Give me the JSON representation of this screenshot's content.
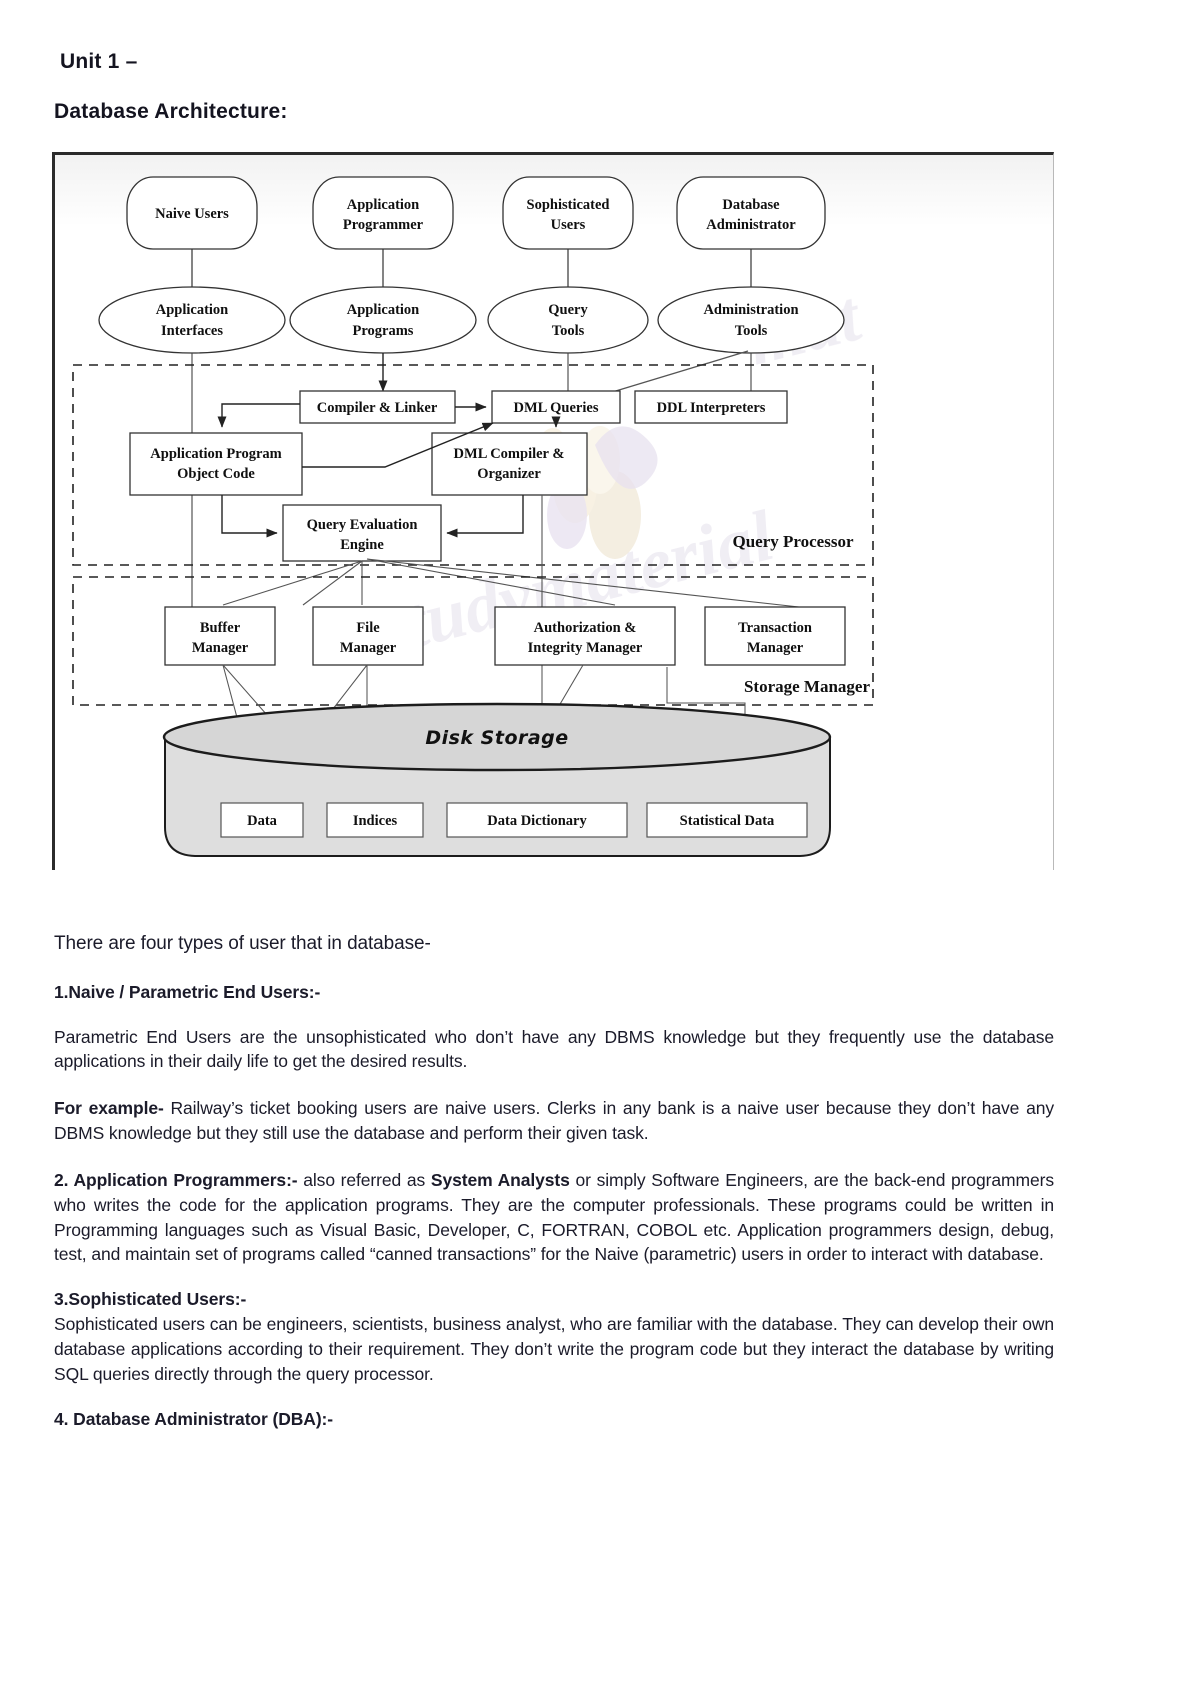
{
  "document": {
    "unit_heading": "Unit 1 –",
    "section_heading": "Database Architecture:"
  },
  "figure": {
    "caption_watermark": "studymaterial",
    "disk_label": "Disk Storage",
    "group_labels": {
      "query_processor": "Query Processor",
      "storage_manager": "Storage Manager"
    },
    "user_roles": [
      "Naive Users",
      "Application\nProgrammer",
      "Sophisticated\nUsers",
      "Database\nAdministrator"
    ],
    "user_roles_lines": [
      [
        "Naive Users"
      ],
      [
        "Application",
        "Programmer"
      ],
      [
        "Sophisticated",
        "Users"
      ],
      [
        "Database",
        "Administrator"
      ]
    ],
    "interfaces_lines": [
      [
        "Application",
        "Interfaces"
      ],
      [
        "Application",
        "Programs"
      ],
      [
        "Query",
        "Tools"
      ],
      [
        "Administration",
        "Tools"
      ]
    ],
    "query_processor_boxes": [
      {
        "lines": [
          "Compiler & Linker"
        ]
      },
      {
        "lines": [
          "DML Queries"
        ]
      },
      {
        "lines": [
          "DDL Interpreters"
        ]
      },
      {
        "lines": [
          "Application Program",
          "Object Code"
        ]
      },
      {
        "lines": [
          "DML Compiler &",
          "Organizer"
        ]
      },
      {
        "lines": [
          "Query Evaluation",
          "Engine"
        ]
      }
    ],
    "storage_manager_boxes": [
      {
        "lines": [
          "Buffer",
          "Manager"
        ]
      },
      {
        "lines": [
          "File",
          "Manager"
        ]
      },
      {
        "lines": [
          "Authorization &",
          "Integrity Manager"
        ]
      },
      {
        "lines": [
          "Transaction",
          "Manager"
        ]
      }
    ],
    "disk_items": [
      "Data",
      "Indices",
      "Data Dictionary",
      "Statistical Data"
    ]
  },
  "content": {
    "lead": "There are four types of user that in database-",
    "s1_heading": "1.Naive / Parametric End Users:-",
    "s1_p1": "Parametric End Users are the unsophisticated who don’t have any DBMS knowledge but they frequently use the database applications in their daily life to get the desired results.",
    "s1_example_label": "For example-",
    "s1_example_text": " Railway’s ticket booking users are naive users. Clerks in any bank is a naive user because they don’t have any DBMS knowledge but they still use the database and perform their given task.",
    "s2_label": "2. Application Programmers:-",
    "s2_text_a": " also referred as ",
    "s2_bold_b": "System Analysts",
    "s2_text_c": " or simply Software Engineers, are the back-end programmers who writes the code for the application programs. They are the computer professionals. These programs could be written in Programming languages such as Visual Basic, Developer, C, FORTRAN, COBOL etc. Application programmers design, debug, test, and maintain set of programs called “canned transactions” for the Naive (parametric) users in order to interact with database.",
    "s3_heading": "3.Sophisticated Users:-",
    "s3_p1": "Sophisticated users can be engineers, scientists, business analyst, who are familiar with the database. They can develop their own database applications according to their requirement. They don’t write the program code but they interact the database by writing SQL queries directly through the query processor.",
    "s4_heading": "4. Database Administrator (DBA):-"
  }
}
